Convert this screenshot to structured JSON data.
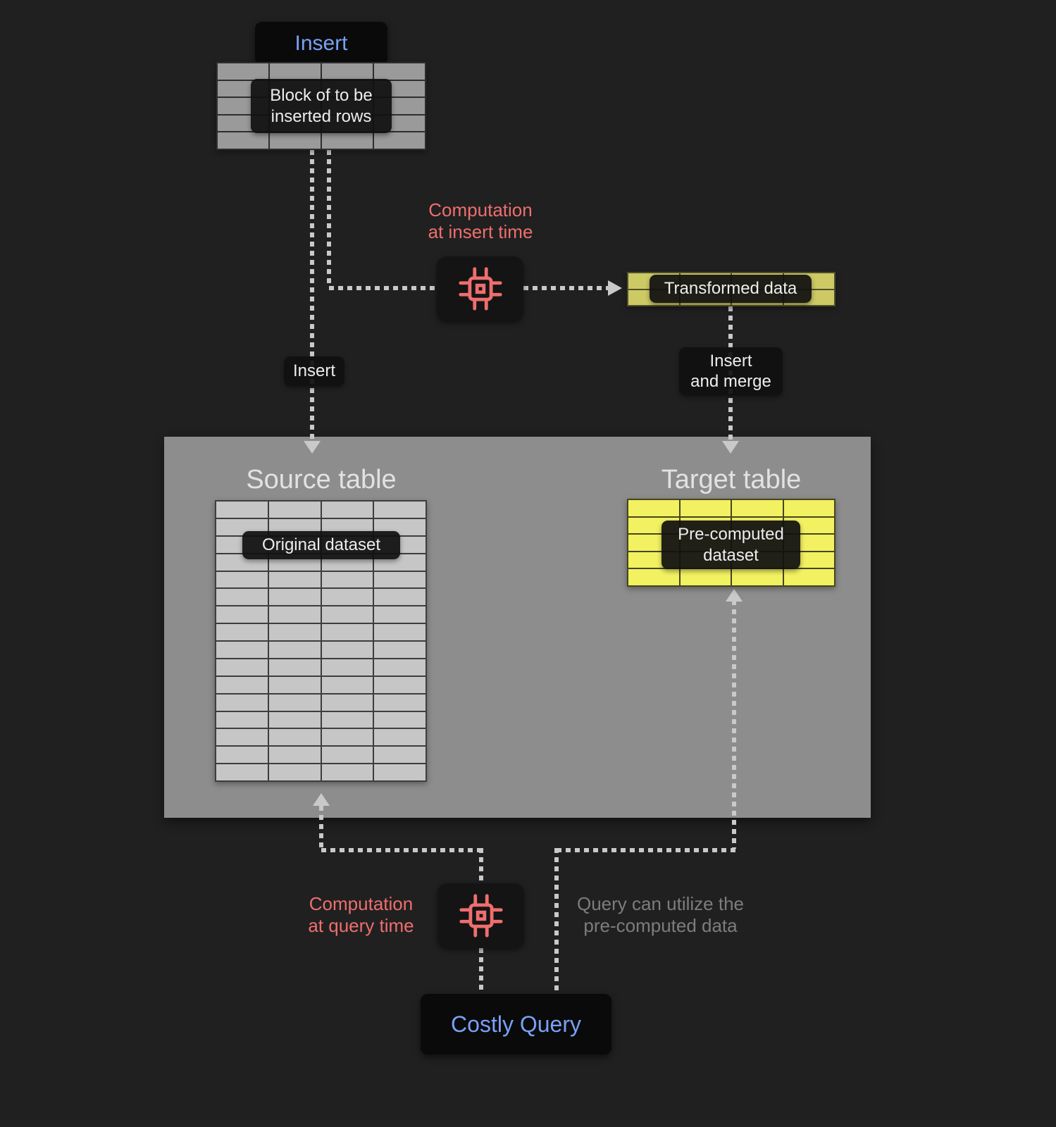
{
  "colors": {
    "bg": "#202020",
    "blue": "#79a1f7",
    "red": "#ef6e6e",
    "dot": "#c9c9c9",
    "panel": "#8d8d8d",
    "note-gray": "#7d7d7d"
  },
  "insert_box": {
    "label": "Insert"
  },
  "insert_block": {
    "caption": "Block of to be\ninserted rows",
    "rows": 5,
    "cols": 4
  },
  "computation_insert": {
    "label": "Computation\nat insert time"
  },
  "computation_query": {
    "label": "Computation\nat query time"
  },
  "transformed": {
    "caption": "Transformed data",
    "rows": 2,
    "cols": 4
  },
  "edges": {
    "insert_label": "Insert",
    "insert_merge_label": "Insert\nand merge"
  },
  "panel": {
    "source_title": "Source table",
    "target_title": "Target table"
  },
  "source_table": {
    "caption": "Original dataset",
    "rows": 16,
    "cols": 4
  },
  "target_table": {
    "caption": "Pre-computed\ndataset",
    "rows": 5,
    "cols": 4
  },
  "query_note": {
    "label": "Query can utilize the\npre-computed data"
  },
  "costly_query": {
    "label": "Costly Query"
  }
}
